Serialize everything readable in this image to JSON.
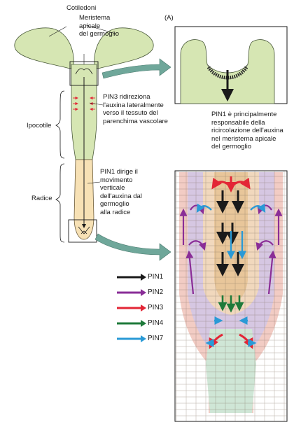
{
  "labels": {
    "panel_letter": "(A)",
    "cotyledons": "Cotiledoni",
    "shoot_meristem": "Meristema\napicale\ndel germoglio",
    "hypocotyl": "Ipocotile",
    "root": "Radice",
    "pin3_note": "PIN3 ridireziona\nl'auxina lateralmente\nverso il tessuto del\nparenchima vascolare",
    "pin1_root_note": "PIN1 dirige il\nmovimento\nverticale\ndell'auxina dal\ngermoglio\nalla radice",
    "pin1_meristem_note": "PIN1 è principalmente\nresponsabile della\nricircolazione dell'auxina\nnel meristema apicale\ndel germoglio"
  },
  "legend": [
    {
      "label": "PIN1",
      "color": "#1a1a1a"
    },
    {
      "label": "PIN2",
      "color": "#8a2d97"
    },
    {
      "label": "PIN3",
      "color": "#e32636"
    },
    {
      "label": "PIN4",
      "color": "#1e7a3a"
    },
    {
      "label": "PIN7",
      "color": "#2a9ad6"
    }
  ],
  "colors": {
    "seedling_green": "#d6e6b3",
    "root_cream": "#f7e1b5",
    "pointer_teal": "#6fa79a",
    "cell_tan": "#f1d8bd",
    "cell_lavender": "#d6c7e2",
    "cell_pink": "#f2ccc4",
    "cap_green": "#cfe6d6"
  }
}
